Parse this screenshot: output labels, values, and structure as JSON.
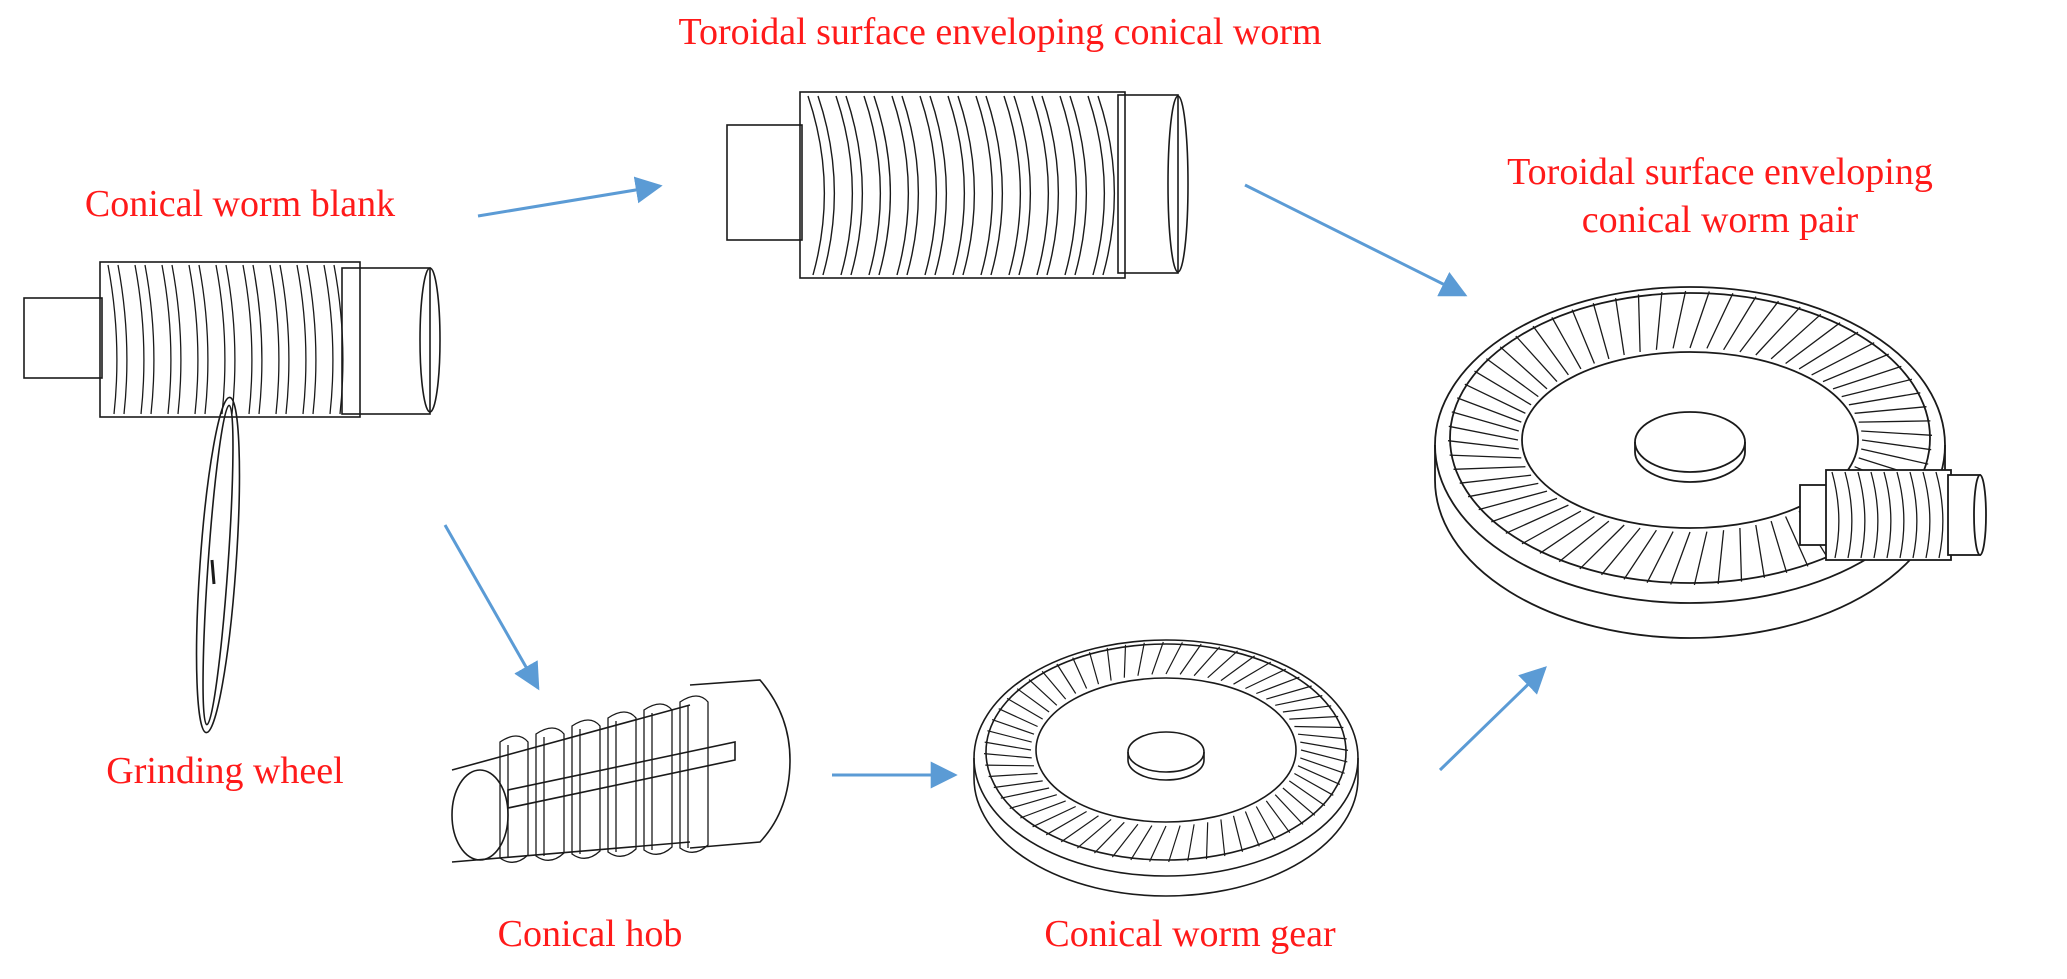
{
  "diagram": {
    "title": "Machining process of toroidal surface enveloping conical worm pair",
    "label_color": "#ff1a1a",
    "arrow_color": "#5b9bd5",
    "line_color": "#1a1a1a",
    "labels": {
      "worm_blank": "Conical worm blank",
      "grinding_wheel": "Grinding wheel",
      "toroidal_worm": "Toroidal surface enveloping conical worm",
      "worm_pair_line1": "Toroidal surface enveloping",
      "worm_pair_line2": "conical worm pair",
      "conical_hob": "Conical hob",
      "conical_worm_gear": "Conical worm gear"
    },
    "flow": [
      {
        "from": "worm_blank",
        "to": "toroidal_worm"
      },
      {
        "from": "toroidal_worm",
        "to": "worm_pair"
      },
      {
        "from": "worm_blank",
        "to": "conical_hob"
      },
      {
        "from": "conical_hob",
        "to": "conical_worm_gear"
      },
      {
        "from": "conical_worm_gear",
        "to": "worm_pair"
      }
    ]
  }
}
